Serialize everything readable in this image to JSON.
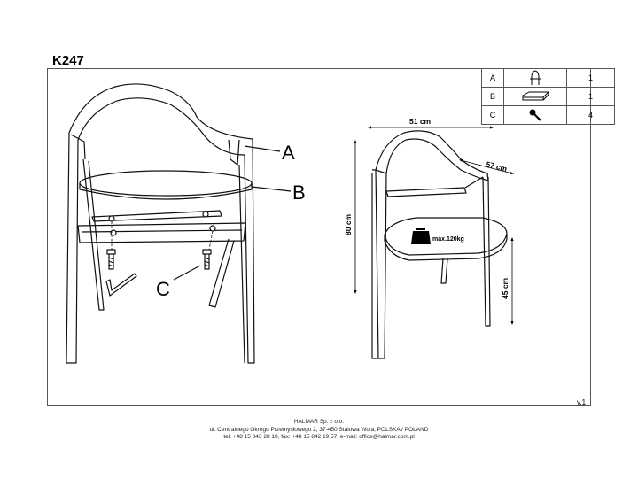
{
  "header": {
    "model": "K247",
    "version": "v.1"
  },
  "parts_table": [
    {
      "letter": "A",
      "icon": "chair-frame-icon",
      "qty": "1"
    },
    {
      "letter": "B",
      "icon": "seat-cushion-icon",
      "qty": "1"
    },
    {
      "letter": "C",
      "icon": "screw-icon",
      "qty": "4"
    }
  ],
  "callouts": {
    "a": "A",
    "b": "B",
    "c": "C"
  },
  "dimensions": {
    "width": "51 cm",
    "depth": "57 cm",
    "height": "80 cm",
    "seat_height": "45 cm",
    "max_load": "max.120kg"
  },
  "footer": {
    "line1": "HALMAR Sp. z o.o.",
    "line2": "ul. Centralnego Okręgu Przemysłowego 2, 37-450 Stalowa Wola, POLSKA / POLAND",
    "line3": "tel. +48 15 843 28 10, fax: +48 15 842 19 57, e-mail: office@halmar.com.pl"
  }
}
